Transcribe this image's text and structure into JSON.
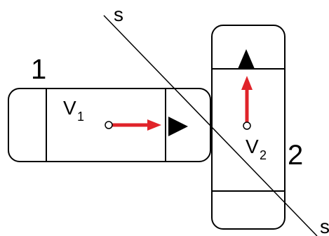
{
  "line_label_top": "s",
  "line_label_bottom": "s",
  "vehicle_1": {
    "number": "1",
    "velocity_symbol": "V",
    "velocity_subscript": "1"
  },
  "vehicle_2": {
    "number": "2",
    "velocity_symbol": "V",
    "velocity_subscript": "2"
  },
  "colors": {
    "arrow": "#e0242a",
    "outline": "#000000",
    "background": "#ffffff"
  }
}
